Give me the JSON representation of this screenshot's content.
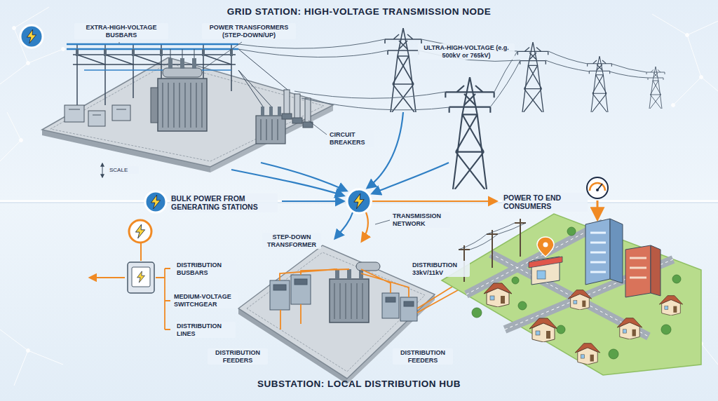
{
  "diagram": {
    "nodes": [
      {
        "text": [
          "GRID STATION: HIGH-VOLTAGE TRANSMISSION NODE"
        ]
      },
      {
        "text": [
          "SUBSTATION: LOCAL DISTRIBUTION HUB"
        ]
      }
    ],
    "labels": [
      "EXTRA-HIGH-VOLTAGE BUSBARS",
      "POWER TRANSFORMERS (STEP-DOWN/UP)",
      "ULTRA-HIGH-VOLTAGE (e.g. 500kV or 765kV)",
      "CIRCUIT BREAKERS",
      "SCALE",
      "BULK POWER FROM GENERATING STATIONS",
      "TRANSMISSION NETWORK",
      "POWER TO END CONSUMERS",
      "STEP-DOWN TRANSFORMER",
      "DISTRIBUTION 33kV/11kV",
      "DISTRIBUTION BUSBARS",
      "MEDIUM-VOLTAGE SWITCHGEAR",
      "DISTRIBUTION LINES",
      "DISTRIBUTION FEEDERS",
      "DISTRIBUTION FEEDERS"
    ]
  }
}
